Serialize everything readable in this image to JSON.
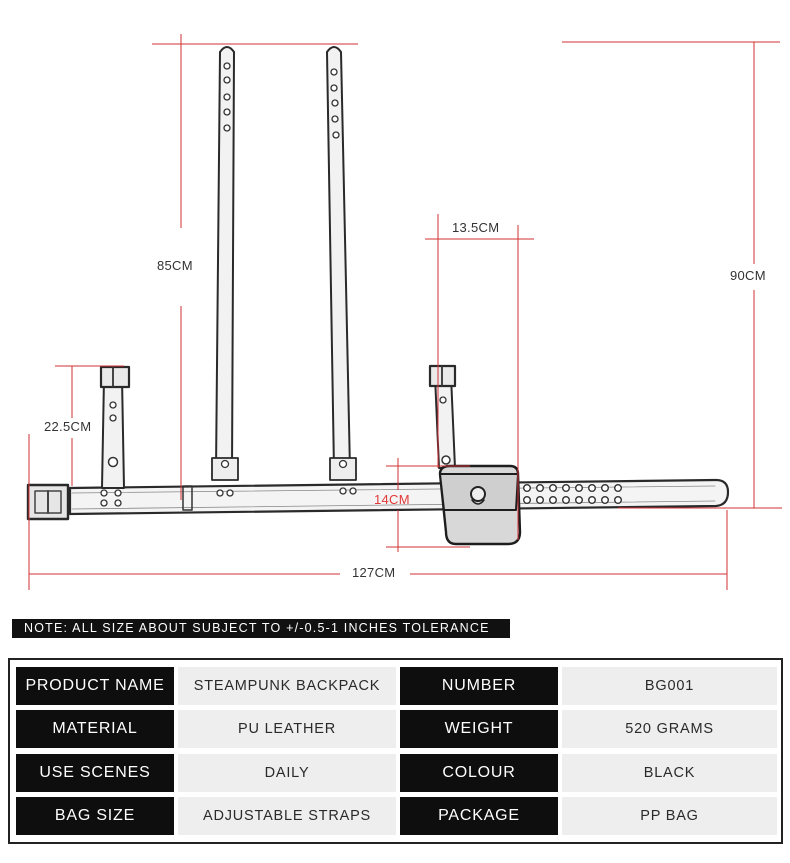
{
  "dimensions": {
    "strap_length": "85CM",
    "total_height": "90CM",
    "bag_width": "13.5CM",
    "bag_height": "14CM",
    "side_strap": "22.5CM",
    "belt_length": "127CM"
  },
  "note": "NOTE: ALL SIZE ABOUT SUBJECT TO +/-0.5-1 INCHES TOLERANCE",
  "specs": {
    "rows": [
      {
        "k1": "PRODUCT NAME",
        "v1": "STEAMPUNK BACKPACK",
        "k2": "NUMBER",
        "v2": "BG001"
      },
      {
        "k1": "MATERIAL",
        "v1": "PU LEATHER",
        "k2": "WEIGHT",
        "v2": "520 GRAMS"
      },
      {
        "k1": "USE SCENES",
        "v1": "DAILY",
        "k2": "COLOUR",
        "v2": "BLACK"
      },
      {
        "k1": "BAG SIZE",
        "v1": "ADJUSTABLE STRAPS",
        "k2": "PACKAGE",
        "v2": "PP BAG"
      }
    ]
  },
  "colors": {
    "dimension_line": "#d23232",
    "highlight_text": "#e23a3a",
    "header_cell": "#0e0e0e",
    "value_cell": "#eeeeee"
  }
}
